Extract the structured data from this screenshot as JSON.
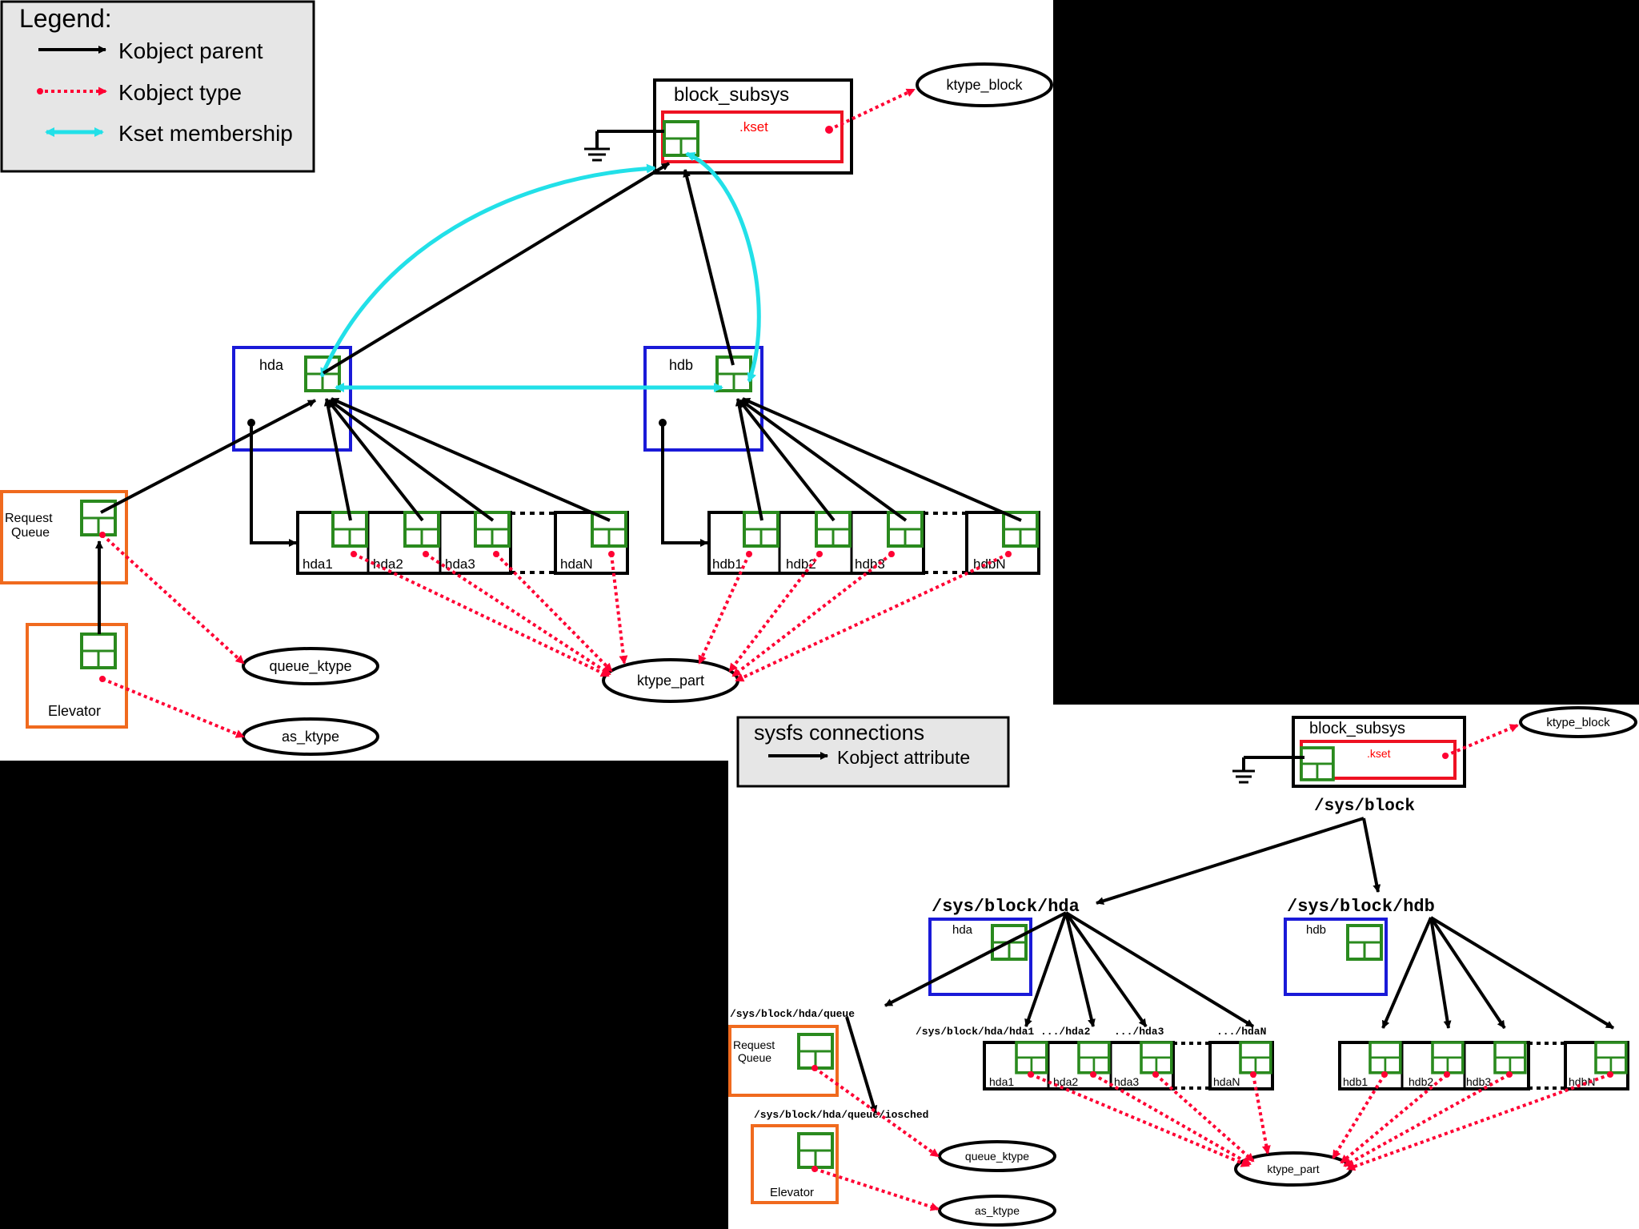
{
  "legend": {
    "title": "Legend:",
    "items": [
      {
        "label": "Kobject parent",
        "color": "#000000",
        "style": "solid-arrow"
      },
      {
        "label": "Kobject type",
        "color": "#ff0033",
        "style": "dotted-arrow"
      },
      {
        "label": "Kset membership",
        "color": "#22e0e8",
        "style": "double-arrow"
      }
    ]
  },
  "top_diagram": {
    "block_subsys": "block_subsys",
    "kset": ".kset",
    "ktype_block": "ktype_block",
    "hda": "hda",
    "hdb": "hdb",
    "request_queue": "Request\nQueue",
    "elevator": "Elevator",
    "queue_ktype": "queue_ktype",
    "as_ktype": "as_ktype",
    "ktype_part": "ktype_part",
    "hda_parts": [
      "hda1",
      "hda2",
      "hda3",
      "hdaN"
    ],
    "hdb_parts": [
      "hdb1",
      "hdb2",
      "hdb3",
      "hdbN"
    ]
  },
  "sysfs_legend": {
    "title": "sysfs connections",
    "item": "Kobject attribute"
  },
  "bottom_diagram": {
    "block_subsys": "block_subsys",
    "kset": ".kset",
    "ktype_block": "ktype_block",
    "sys_block": "/sys/block",
    "sys_block_hda": "/sys/block/hda",
    "sys_block_hdb": "/sys/block/hdb",
    "hda": "hda",
    "hdb": "hdb",
    "path_queue": "/sys/block/hda/queue",
    "path_hda1": "/sys/block/hda/hda1",
    "path_hda2": ".../hda2",
    "path_hda3": ".../hda3",
    "path_hdaN": ".../hdaN",
    "path_iosched": "/sys/block/hda/queue/iosched",
    "request_queue": "Request\nQueue",
    "elevator": "Elevator",
    "queue_ktype": "queue_ktype",
    "as_ktype": "as_ktype",
    "ktype_part": "ktype_part",
    "hda_parts": [
      "hda1",
      "hda2",
      "hda3",
      "hdaN"
    ],
    "hdb_parts": [
      "hdb1",
      "hdb2",
      "hdb3",
      "hdbN"
    ]
  },
  "colors": {
    "kobject_green": "#2a8a1e",
    "block_blue": "#1a1ad8",
    "queue_orange": "#f06a1e",
    "kset_red": "#ee1122",
    "type_red": "#ff0033",
    "kset_cyan": "#22e0e8"
  }
}
